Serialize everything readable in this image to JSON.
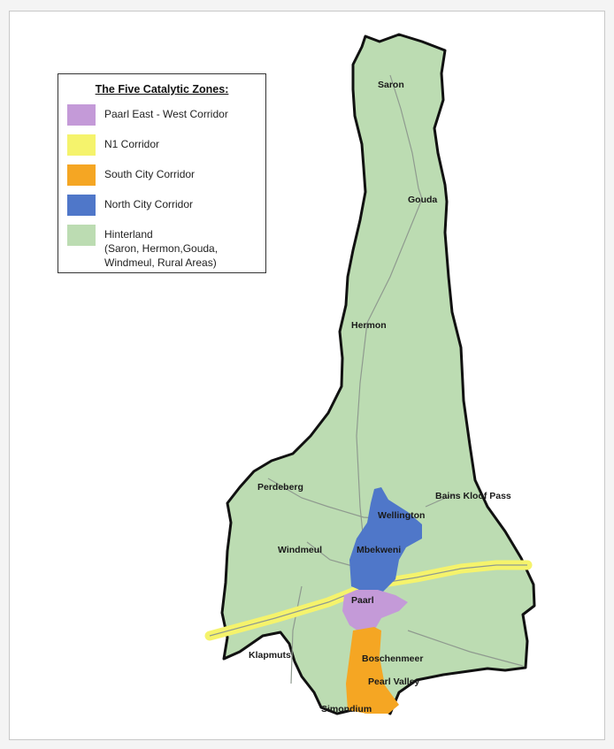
{
  "colors": {
    "hinterland": "#bcdcb2",
    "north_city": "#4f77c9",
    "paarl_east_west": "#c49ad8",
    "south_city": "#f5a623",
    "n1": "#f5f36c",
    "boundary": "#111111",
    "roads": "#8f9a8f"
  },
  "legend": {
    "title": "The Five Catalytic Zones:",
    "items": [
      {
        "label": "Paarl East - West Corridor",
        "color": "#c49ad8"
      },
      {
        "label": "N1 Corridor",
        "color": "#f5f36c"
      },
      {
        "label": "South City Corridor",
        "color": "#f5a623"
      },
      {
        "label": "North City Corridor",
        "color": "#4f77c9"
      },
      {
        "label": "Hinterland\n(Saron, Hermon,Gouda,\nWindmeul, Rural Areas)",
        "color": "#bcdcb2"
      }
    ]
  },
  "towns": {
    "saron": "Saron",
    "gouda": "Gouda",
    "hermon": "Hermon",
    "perdeberg": "Perdeberg",
    "bains_kloof_pass": "Bains Kloof Pass",
    "wellington": "Wellington",
    "windmeul": "Windmeul",
    "mbekweni": "Mbekweni",
    "paarl": "Paarl",
    "klapmuts": "Klapmuts",
    "boschenmeer": "Boschenmeer",
    "pearl_valley": "Pearl Valley",
    "simondium": "Simondium"
  }
}
